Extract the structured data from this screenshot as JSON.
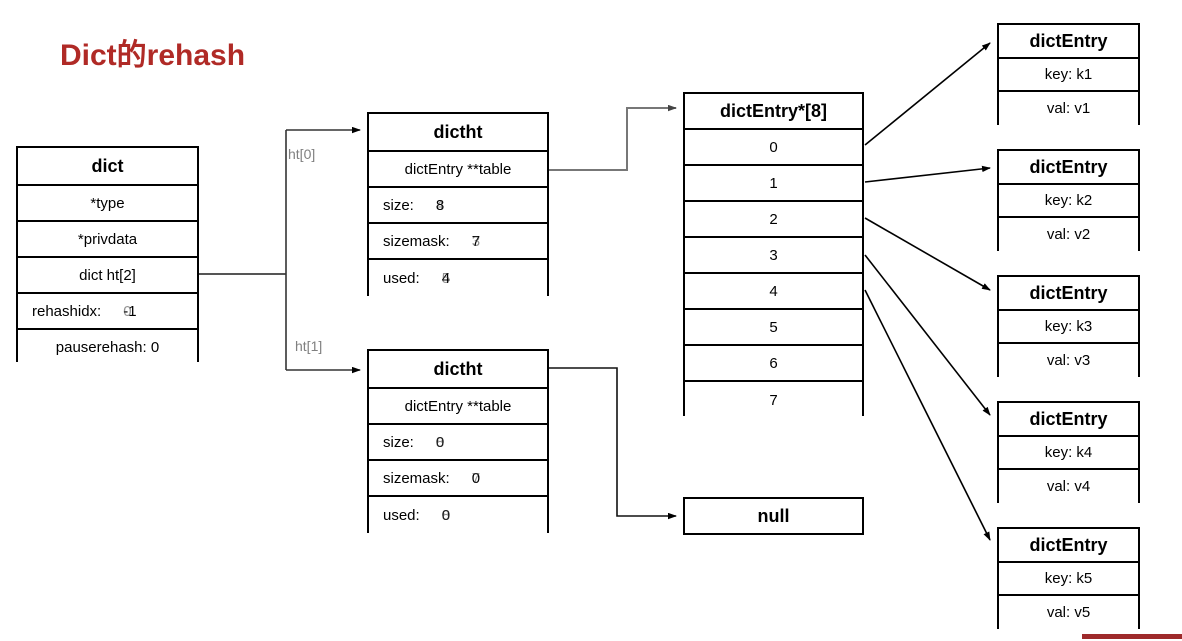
{
  "slide": {
    "title": "Dict的rehash",
    "title_color": "#b02a26",
    "accent_bar_color": "#9e2a2b"
  },
  "dict_struct": {
    "name": "dict",
    "rows": [
      {
        "label": "dict",
        "kind": "header"
      },
      {
        "label": "*type",
        "kind": "field"
      },
      {
        "label": "*privdata",
        "kind": "field"
      },
      {
        "label": "dict ht[2]",
        "kind": "field"
      },
      {
        "label": "rehashidx:",
        "kind": "kv",
        "value": "-1",
        "ghost_value": "0"
      },
      {
        "label": "pauserehash: 0",
        "kind": "field"
      }
    ]
  },
  "ht0": {
    "name": "dictht",
    "pointer_label": "ht[0]",
    "rows": [
      {
        "label": "dictht",
        "kind": "header"
      },
      {
        "label": "dictEntry **table",
        "kind": "field"
      },
      {
        "label": "size:",
        "kind": "kv",
        "value": "8",
        "ghost_value": "4"
      },
      {
        "label": "sizemask:",
        "kind": "kv",
        "value": "7",
        "ghost_value": "3"
      },
      {
        "label": "used:",
        "kind": "kv",
        "value": "4",
        "ghost_value": "5"
      }
    ]
  },
  "ht1": {
    "name": "dictht",
    "pointer_label": "ht[1]",
    "rows": [
      {
        "label": "dictht",
        "kind": "header"
      },
      {
        "label": "dictEntry **table",
        "kind": "field"
      },
      {
        "label": "size:",
        "kind": "kv",
        "value": "0",
        "ghost_value": "8"
      },
      {
        "label": "sizemask:",
        "kind": "kv",
        "value": "0",
        "ghost_value": "7"
      },
      {
        "label": "used:",
        "kind": "kv",
        "value": "0",
        "ghost_value": "8"
      }
    ]
  },
  "bucket_array": {
    "header": "dictEntry*[8]",
    "indices": [
      "0",
      "1",
      "2",
      "3",
      "4",
      "5",
      "6",
      "7"
    ]
  },
  "null_box": {
    "label": "null"
  },
  "entries": [
    {
      "header": "dictEntry",
      "key": "key: k1",
      "val": "val: v1"
    },
    {
      "header": "dictEntry",
      "key": "key: k2",
      "val": "val: v2"
    },
    {
      "header": "dictEntry",
      "key": "key: k3",
      "val": "val: v3"
    },
    {
      "header": "dictEntry",
      "key": "key: k4",
      "val": "val: v4"
    },
    {
      "header": "dictEntry",
      "key": "key: k5",
      "val": "val: v5"
    }
  ]
}
